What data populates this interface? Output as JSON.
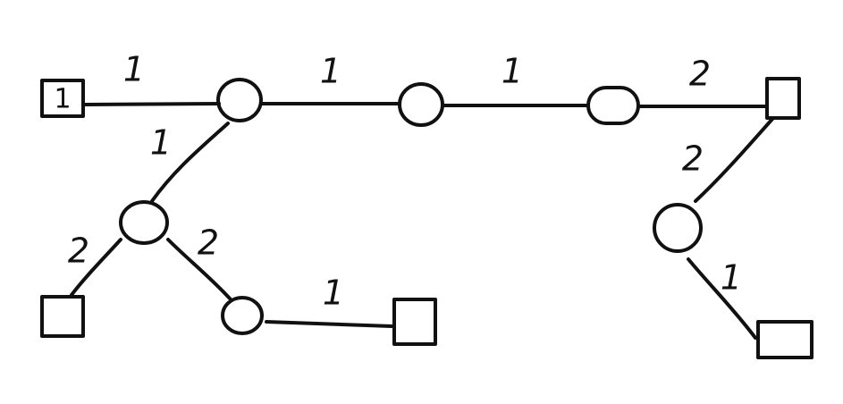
{
  "diagram": {
    "stroke_color": "#111111",
    "background": "#ffffff",
    "nodes": [
      {
        "id": "sq_left",
        "shape": "square",
        "label": "1"
      },
      {
        "id": "c1",
        "shape": "circle",
        "label": ""
      },
      {
        "id": "c2",
        "shape": "circle",
        "label": ""
      },
      {
        "id": "c3",
        "shape": "circle",
        "label": ""
      },
      {
        "id": "sq_right",
        "shape": "square",
        "label": ""
      },
      {
        "id": "c4",
        "shape": "circle",
        "label": ""
      },
      {
        "id": "sq_bl",
        "shape": "square",
        "label": ""
      },
      {
        "id": "c5",
        "shape": "circle",
        "label": ""
      },
      {
        "id": "sq_bm",
        "shape": "square",
        "label": ""
      },
      {
        "id": "c6",
        "shape": "circle",
        "label": ""
      },
      {
        "id": "sq_br",
        "shape": "square",
        "label": ""
      }
    ],
    "edges": [
      {
        "id": "e1",
        "from": "sq_left",
        "to": "c1",
        "label": "1"
      },
      {
        "id": "e2",
        "from": "c1",
        "to": "c2",
        "label": "1"
      },
      {
        "id": "e3",
        "from": "c2",
        "to": "c3",
        "label": "1"
      },
      {
        "id": "e4",
        "from": "c3",
        "to": "sq_right",
        "label": "2"
      },
      {
        "id": "e5",
        "from": "c1",
        "to": "c4",
        "label": "1"
      },
      {
        "id": "e6",
        "from": "c4",
        "to": "sq_bl",
        "label": "2"
      },
      {
        "id": "e7",
        "from": "c4",
        "to": "c5",
        "label": "2"
      },
      {
        "id": "e8",
        "from": "c5",
        "to": "sq_bm",
        "label": "1"
      },
      {
        "id": "e9",
        "from": "sq_right",
        "to": "c6",
        "label": "2"
      },
      {
        "id": "e10",
        "from": "c6",
        "to": "sq_br",
        "label": "1"
      }
    ]
  }
}
